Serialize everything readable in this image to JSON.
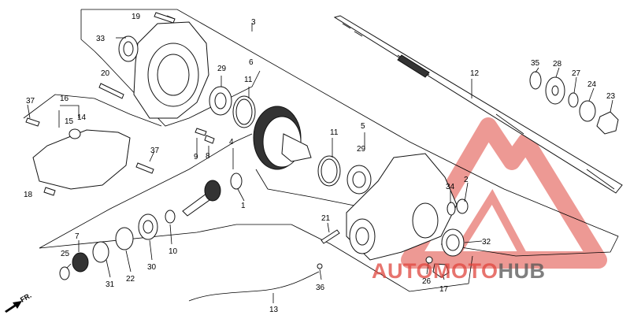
{
  "callouts": {
    "c1": "1",
    "c2": "2",
    "c3": "3",
    "c4": "4",
    "c5": "5",
    "c6": "6",
    "c7": "7",
    "c8": "8",
    "c9": "9",
    "c10": "10",
    "c11a": "11",
    "c11b": "11",
    "c12": "12",
    "c13": "13",
    "c14": "14",
    "c15": "15",
    "c16": "16",
    "c17": "17",
    "c18": "18",
    "c19": "19",
    "c20": "20",
    "c21": "21",
    "c22": "22",
    "c23": "23",
    "c24": "24",
    "c25": "25",
    "c26": "26",
    "c27": "27",
    "c28": "28",
    "c29a": "29",
    "c29b": "29",
    "c30": "30",
    "c31": "31",
    "c32": "32",
    "c33": "33",
    "c34": "34",
    "c35": "35",
    "c36": "36",
    "c37a": "37",
    "c37b": "37"
  },
  "direction_label": "FR.",
  "watermark": {
    "part1": "AUTO",
    "part2": "MOTO",
    "part3": "HUB"
  },
  "colors": {
    "watermark_red": "#e0463e",
    "watermark_dark": "#555555",
    "line": "#000000"
  }
}
